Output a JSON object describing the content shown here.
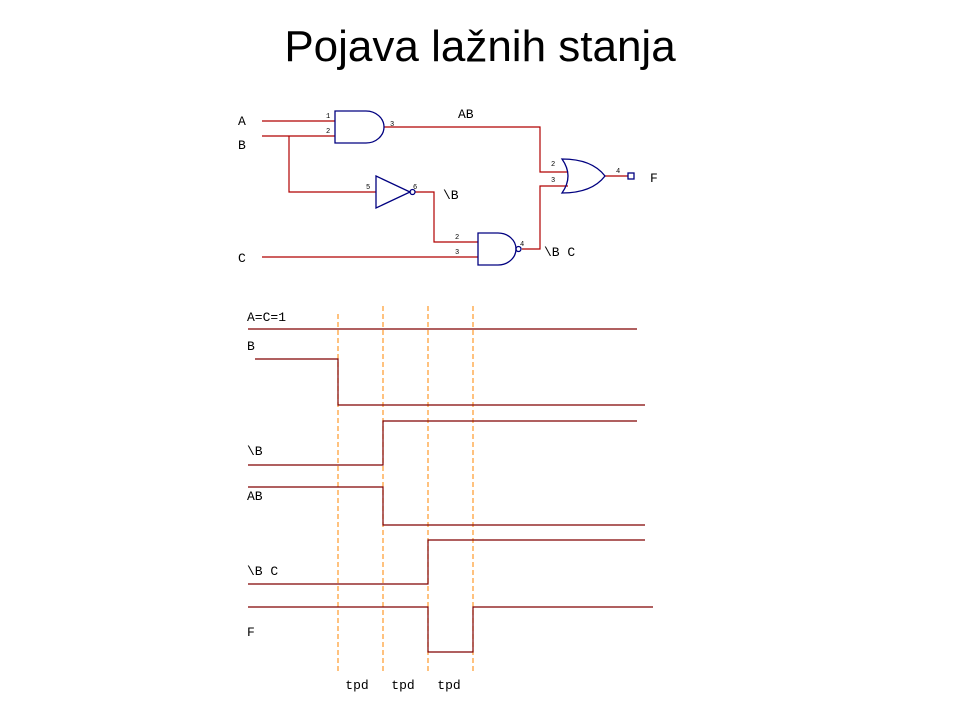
{
  "title": "Pojava lažnih stanja",
  "circuit": {
    "inputs": {
      "a": "A",
      "b": "B",
      "c": "C"
    },
    "outputs": {
      "f": "F"
    },
    "nets": {
      "ab": "AB",
      "not_b": "\\B",
      "not_b_c": "\\B C"
    },
    "pins": {
      "and1_in1": "1",
      "and1_in2": "2",
      "and1_out": "3",
      "inv_in": "5",
      "inv_out": "6",
      "nand_in1": "2",
      "nand_in2": "3",
      "nand_out": "4",
      "or_in1": "2",
      "or_in2": "3",
      "or_out": "4"
    }
  },
  "timing": {
    "signals": {
      "ac": "A=C=1",
      "b": "B",
      "not_b": "\\B",
      "ab": "AB",
      "not_b_c": "\\B C",
      "f": "F"
    },
    "delays": [
      "tpd",
      "tpd",
      "tpd"
    ]
  },
  "colors": {
    "wire": "#b00000",
    "gate": "#000080",
    "waveform": "#800000",
    "timing_marker": "#ff9a2a"
  }
}
